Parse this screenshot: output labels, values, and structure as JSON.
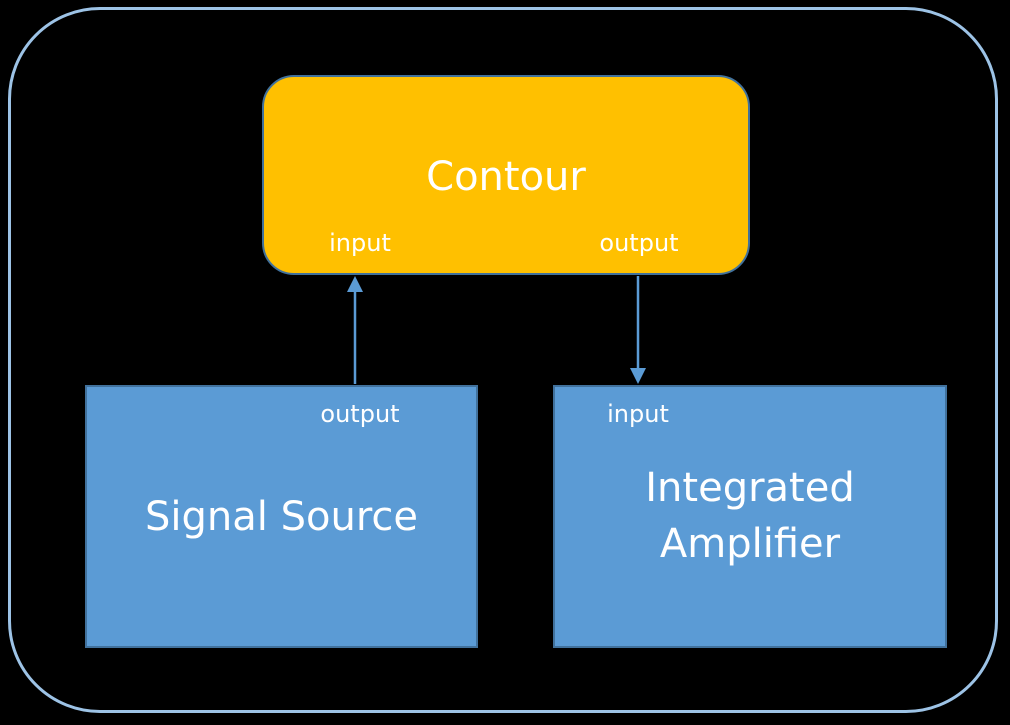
{
  "diagram": {
    "contour": {
      "title": "Contour",
      "input_port": "input",
      "output_port": "output"
    },
    "signal_source": {
      "title": "Signal Source",
      "output_port": "output"
    },
    "integrated_amplifier": {
      "title": "Integrated\nAmplifier",
      "input_port": "input"
    }
  },
  "colors": {
    "background": "#000000",
    "frame_border": "#9dc3e6",
    "contour_fill": "#ffc000",
    "block_fill": "#5b9bd5",
    "block_border": "#41719c",
    "connector": "#5b9bd5",
    "text": "#ffffff"
  },
  "connections": [
    {
      "from": "signal_source.output",
      "to": "contour.input"
    },
    {
      "from": "contour.output",
      "to": "integrated_amplifier.input"
    }
  ]
}
